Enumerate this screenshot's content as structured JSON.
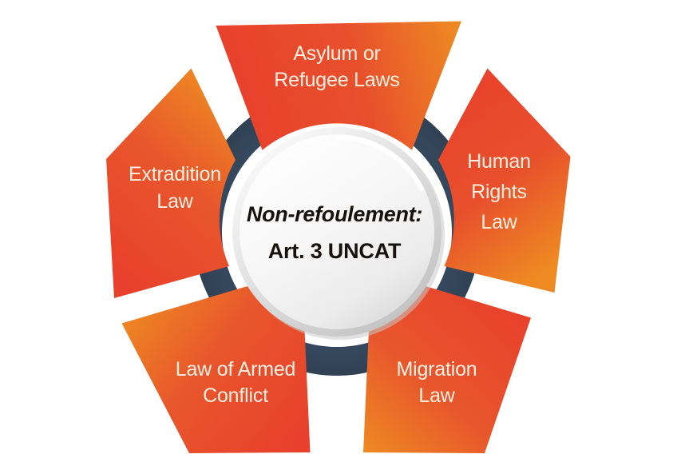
{
  "diagram": {
    "type": "radial-petal-wheel",
    "title": "Non-refoulement legal frameworks wheel",
    "center": {
      "line1": "Non-refoulement:",
      "line2": "Art. 3 UNCAT"
    },
    "colors": {
      "ring": "#36485d",
      "ring_shadow": "#2b3a4c",
      "red": "#e8402c",
      "orange": "#ee8222",
      "label_text": "#fbf0e2",
      "center_text": "#15120f",
      "center_fill_light": "#ffffff",
      "center_fill_shade": "#dedede",
      "background": "#ffffff"
    },
    "segments": [
      {
        "id": "asylum-or-refugee-laws",
        "lines": [
          "Asylum or",
          "Refugee Laws"
        ],
        "gradient_from": "#e8402c",
        "gradient_to": "#ee8222",
        "position": "top"
      },
      {
        "id": "human-rights-law",
        "lines": [
          "Human",
          "Rights",
          "Law"
        ],
        "gradient_from": "#e8402c",
        "gradient_to": "#ee8222",
        "position": "right"
      },
      {
        "id": "migration-law",
        "lines": [
          "Migration",
          "Law"
        ],
        "gradient_from": "#ee8222",
        "gradient_to": "#e8402c",
        "position": "bottom-right"
      },
      {
        "id": "law-of-armed-conflict",
        "lines": [
          "Law of Armed",
          "Conflict"
        ],
        "gradient_from": "#ee8222",
        "gradient_to": "#e8402c",
        "position": "bottom-left"
      },
      {
        "id": "extradition-law",
        "lines": [
          "Extradition",
          "Law"
        ],
        "gradient_from": "#ee8222",
        "gradient_to": "#e8402c",
        "position": "left"
      }
    ]
  }
}
